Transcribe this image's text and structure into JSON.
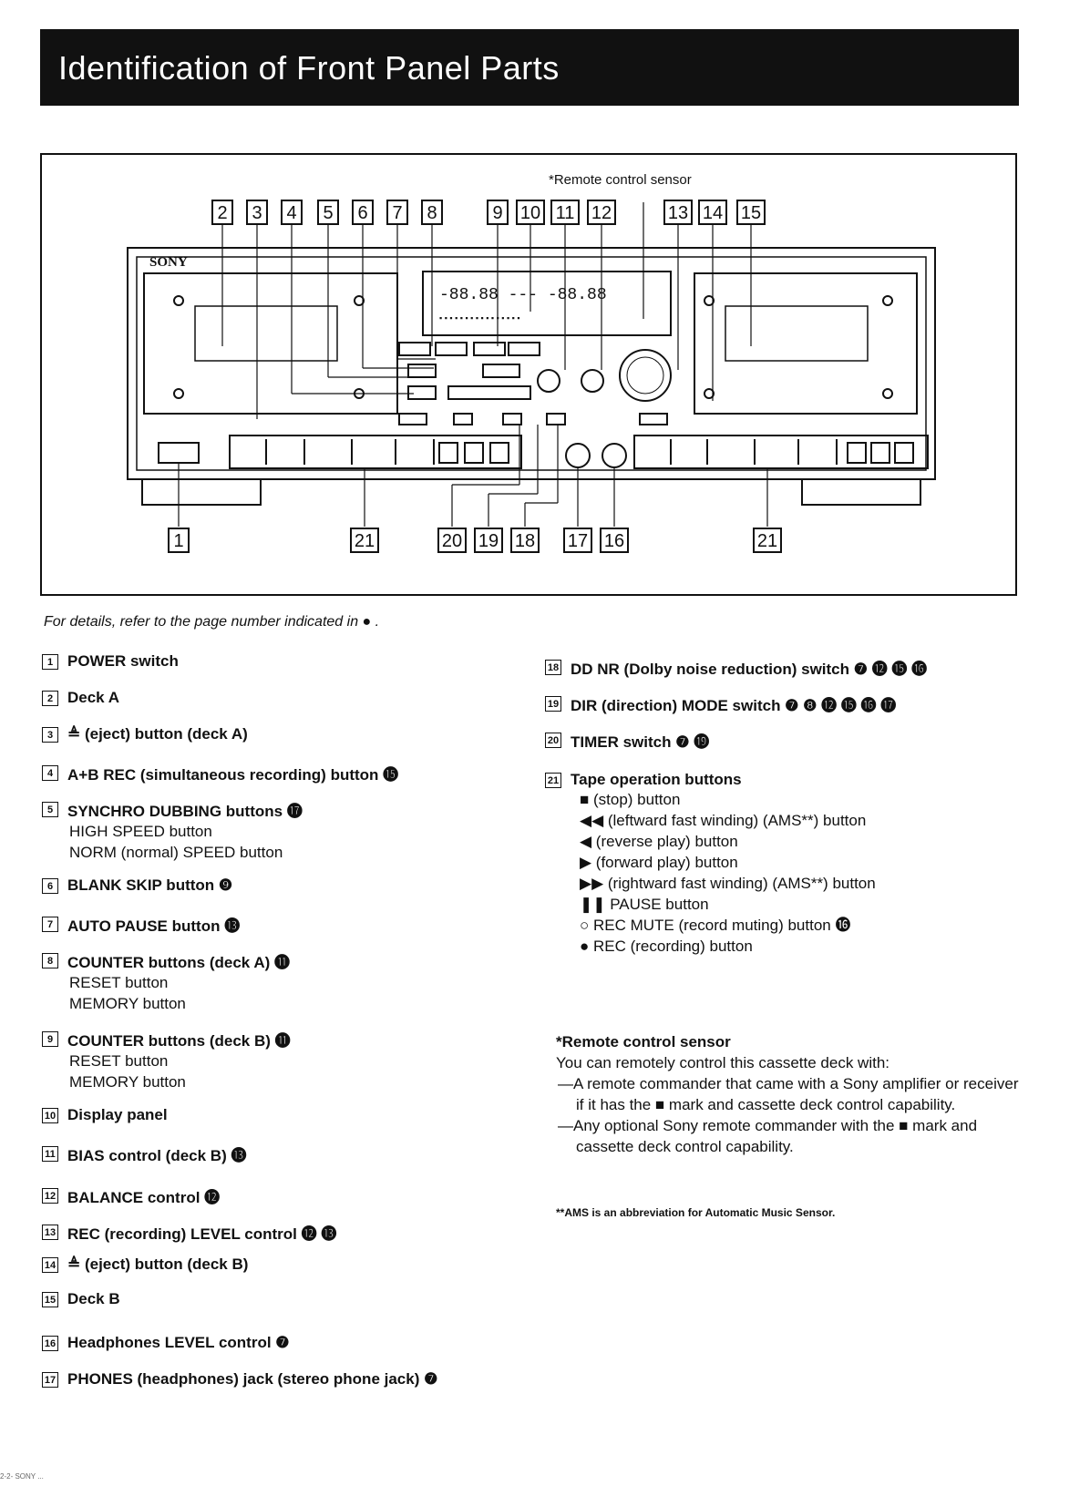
{
  "header": {
    "title": "Identification of Front Panel Parts"
  },
  "figure": {
    "remote_sensor_label": "*Remote control sensor",
    "brand": "SONY",
    "top_callouts": [
      "2",
      "3",
      "4",
      "5",
      "6",
      "7",
      "8",
      "9",
      "10",
      "11",
      "12",
      "13",
      "14",
      "15"
    ],
    "bottom_callouts": [
      "1",
      "21",
      "20",
      "19",
      "18",
      "17",
      "16",
      "21"
    ]
  },
  "note": "For details, refer to the page number indicated in ● .",
  "left_items": [
    {
      "num": "1",
      "label": "POWER switch",
      "subs": []
    },
    {
      "num": "2",
      "label": "Deck A",
      "subs": []
    },
    {
      "num": "3",
      "label": "≜ (eject) button (deck A)",
      "subs": []
    },
    {
      "num": "4",
      "label": "A+B REC (simultaneous recording) button ⓯",
      "subs": []
    },
    {
      "num": "5",
      "label": "SYNCHRO DUBBING buttons ⓱",
      "subs": [
        "HIGH SPEED button",
        "NORM (normal) SPEED button"
      ]
    },
    {
      "num": "6",
      "label": "BLANK SKIP button ❾",
      "subs": []
    },
    {
      "num": "7",
      "label": "AUTO PAUSE button ⓭",
      "subs": []
    },
    {
      "num": "8",
      "label": "COUNTER buttons (deck A) ⓫",
      "subs": [
        "RESET button",
        "MEMORY button"
      ]
    },
    {
      "num": "9",
      "label": "COUNTER buttons (deck B) ⓫",
      "subs": [
        "RESET button",
        "MEMORY button"
      ]
    },
    {
      "num": "10",
      "label": "Display panel",
      "subs": []
    },
    {
      "num": "11",
      "label": "BIAS control (deck B) ⓭",
      "subs": []
    },
    {
      "num": "12",
      "label": "BALANCE control ⓬",
      "subs": []
    },
    {
      "num": "13",
      "label": "REC (recording) LEVEL control ⓬ ⓭",
      "subs": []
    },
    {
      "num": "14",
      "label": "≜ (eject) button (deck B)",
      "subs": []
    },
    {
      "num": "15",
      "label": "Deck B",
      "subs": []
    },
    {
      "num": "16",
      "label": "Headphones LEVEL control ❼",
      "subs": []
    },
    {
      "num": "17",
      "label": "PHONES (headphones) jack (stereo phone jack) ❼",
      "subs": []
    }
  ],
  "right_items": [
    {
      "num": "18",
      "label": "DD NR (Dolby noise reduction) switch ❼ ⓬ ⓯ ⓰",
      "subs": []
    },
    {
      "num": "19",
      "label": "DIR (direction) MODE switch ❼ ❽ ⓬ ⓯ ⓰ ⓱",
      "subs": []
    },
    {
      "num": "20",
      "label": "TIMER switch ❼ ⓳",
      "subs": []
    },
    {
      "num": "21",
      "label": "Tape operation buttons",
      "subs": [
        "■ (stop) button",
        "◀◀ (leftward fast winding) (AMS**) button",
        "◀ (reverse play) button",
        "▶ (forward play) button",
        "▶▶ (rightward fast winding) (AMS**) button",
        "❚❚ PAUSE button",
        "○ REC MUTE (record muting) button ⓰",
        "● REC (recording) button"
      ]
    }
  ],
  "remote": {
    "head": "*Remote control sensor",
    "intro": "You can remotely control this cassette deck with:",
    "line1": "—A remote commander that came with a Sony amplifier or receiver if it has the ■ mark and cassette deck control capability.",
    "line2": "—Any optional Sony remote commander with the ■ mark and cassette deck control capability."
  },
  "ams_note": "**AMS is an abbreviation for Automatic Music Sensor.",
  "footer": "2-2- SONY ..."
}
